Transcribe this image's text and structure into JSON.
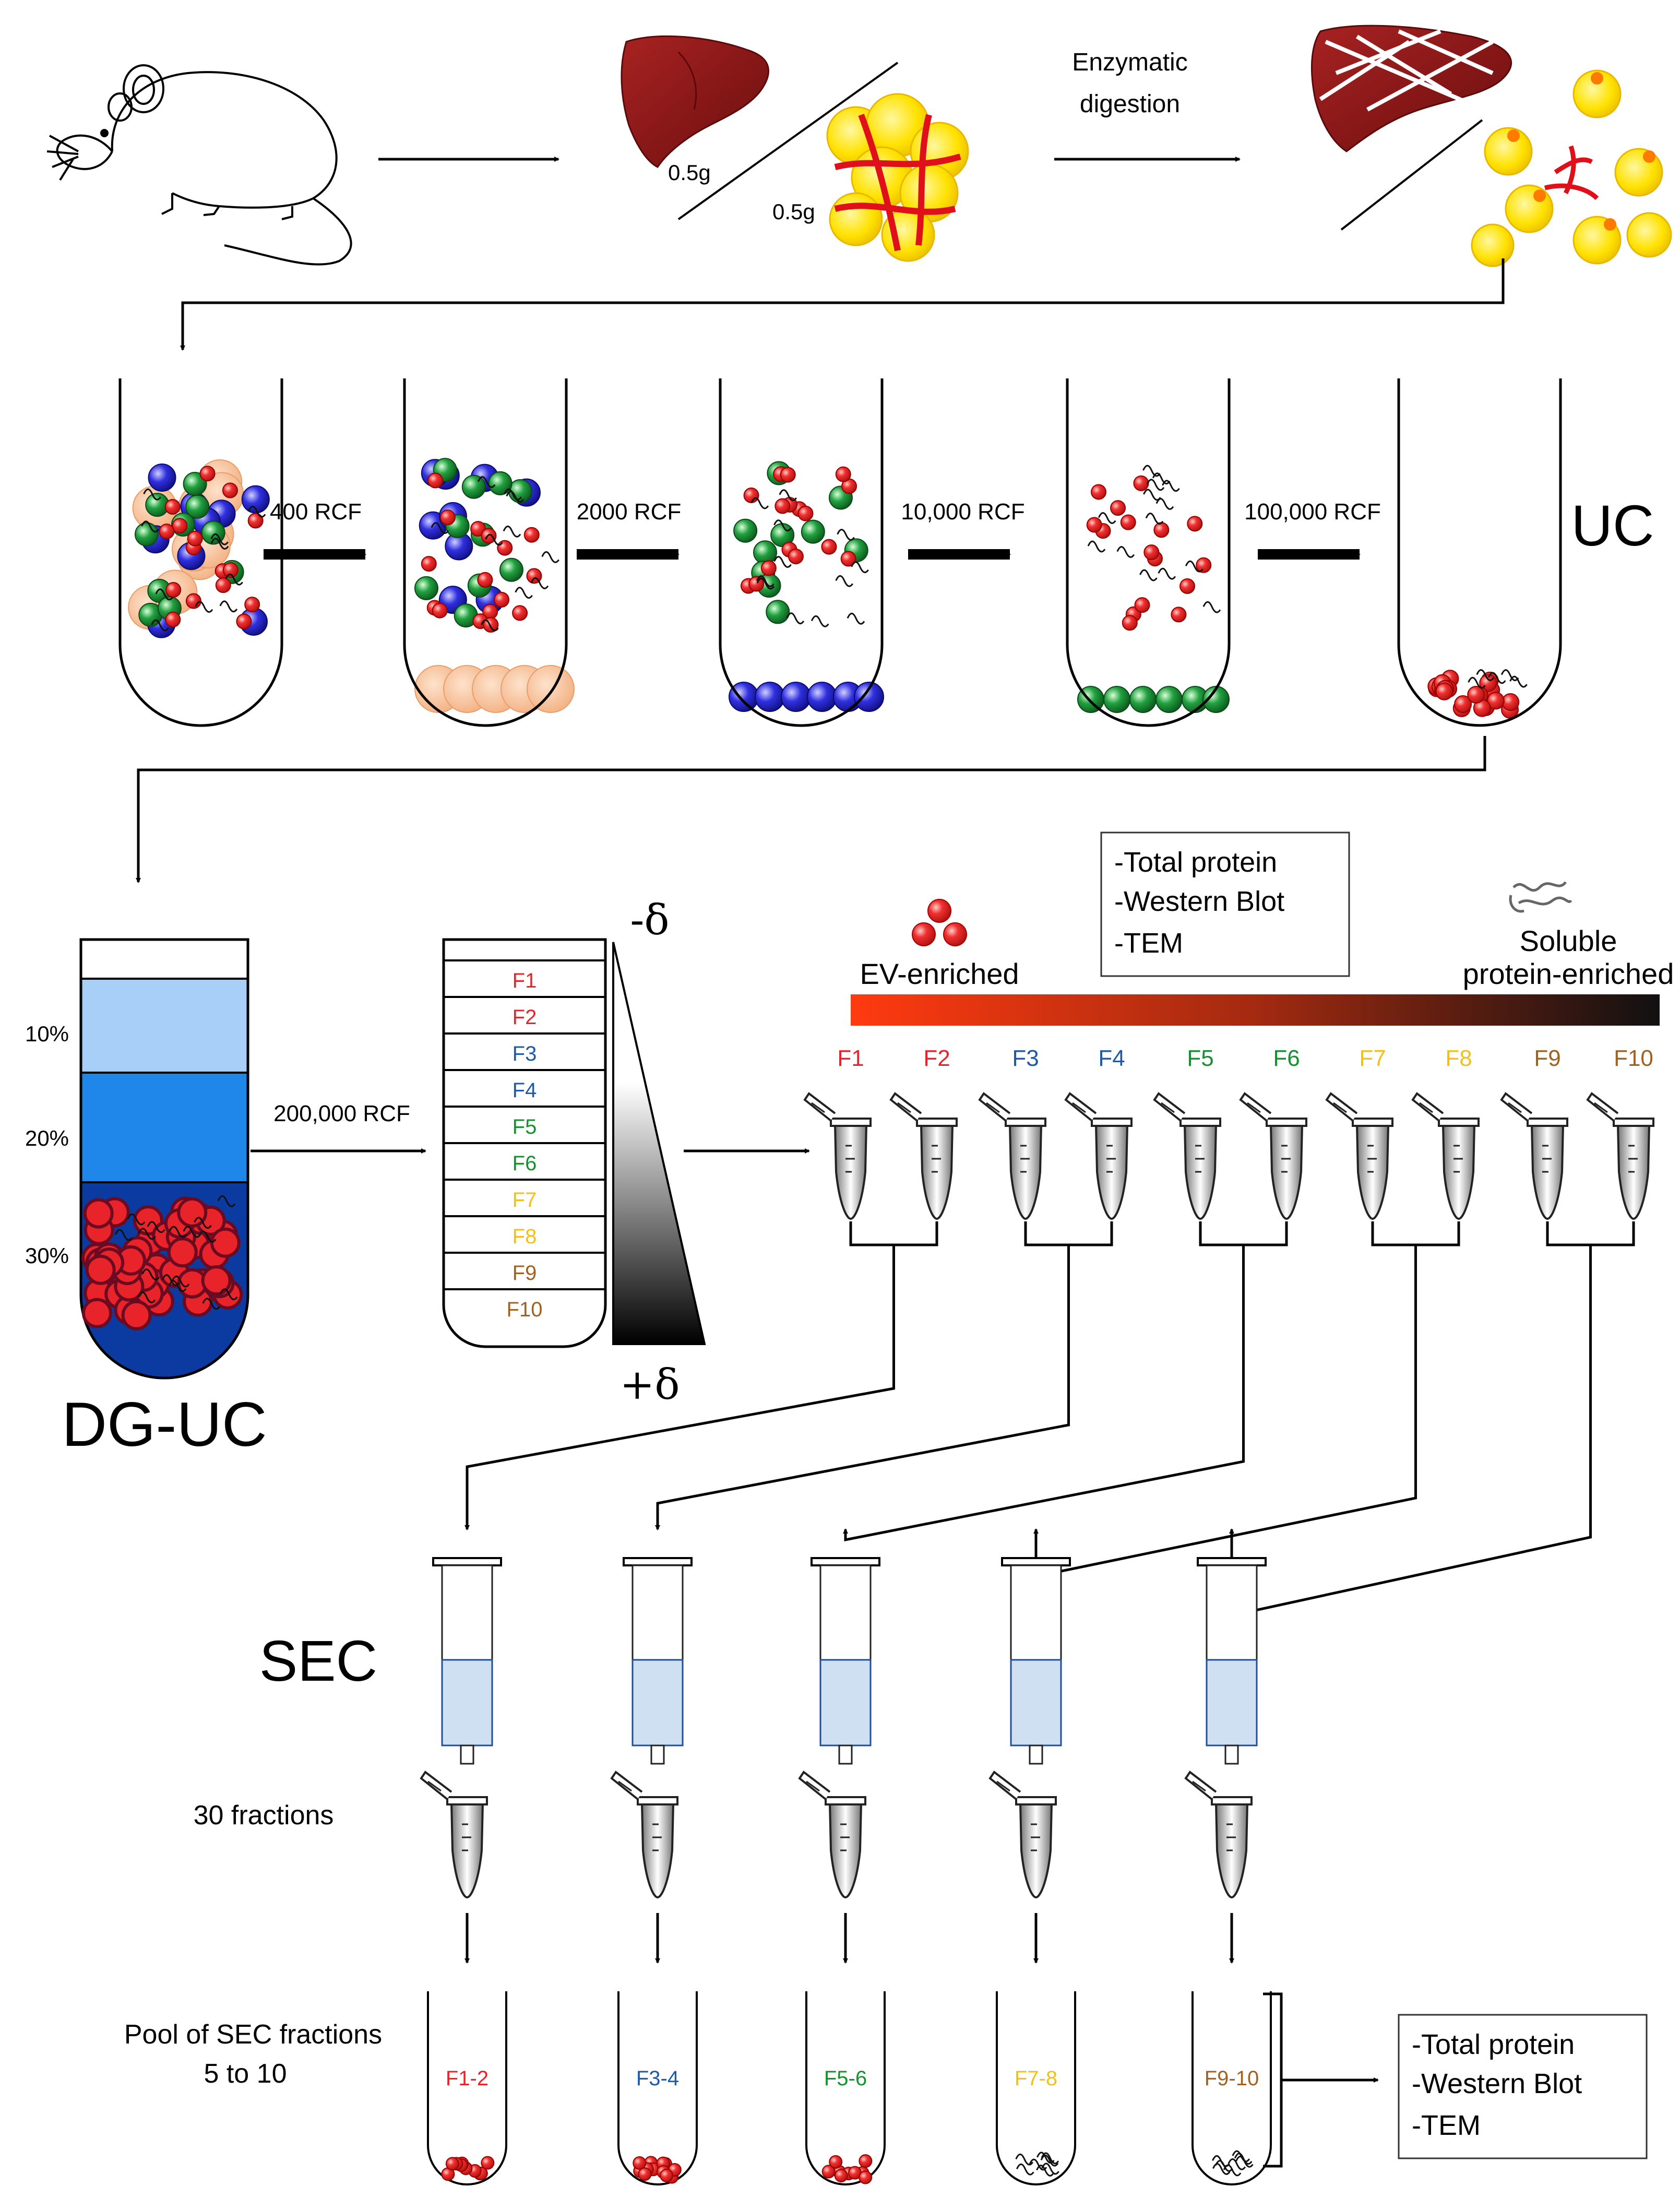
{
  "top": {
    "digestion_label_1": "Enzymatic",
    "digestion_label_2": "digestion",
    "liver_mass": "0.5g",
    "fat_mass": "0.5g"
  },
  "uc": {
    "section_label": "UC",
    "steps": [
      "400 RCF",
      "2000 RCF",
      "10,000 RCF",
      "100,000 RCF"
    ]
  },
  "dguc": {
    "section_label": "DG-UC",
    "layers": [
      "10%",
      "20%",
      "30%"
    ],
    "speed": "200,000 RCF",
    "density_top": "-δ",
    "density_bottom": "+δ",
    "fractions": [
      "F1",
      "F2",
      "F3",
      "F4",
      "F5",
      "F6",
      "F7",
      "F8",
      "F9",
      "F10"
    ]
  },
  "analysis_box_1": [
    "-Total protein",
    "-Western Blot",
    "-TEM"
  ],
  "gradient_legend": {
    "left_label": "EV-enriched",
    "right_label_1": "Soluble",
    "right_label_2": "protein-enriched"
  },
  "sec": {
    "section_label": "SEC",
    "fractions_label": "30 fractions",
    "pool_label_1": "Pool of SEC fractions",
    "pool_label_2": "5 to 10",
    "pools": [
      "F1-2",
      "F3-4",
      "F5-6",
      "F7-8",
      "F9-10"
    ]
  },
  "analysis_box_2": [
    "-Total protein",
    "-Western Blot",
    "-TEM"
  ],
  "colors": {
    "f12": "#e8242a",
    "f34": "#1e5aa8",
    "f56": "#14922e",
    "f78": "#f2c01a",
    "f910": "#a0621e",
    "ev_red": "#e8242a",
    "blue_particle": "#2a2ad6",
    "green_particle": "#1f9a3a",
    "peach_particle": "#f6b98c",
    "liver": "#8b1a1a",
    "fat": "#f5d000"
  }
}
